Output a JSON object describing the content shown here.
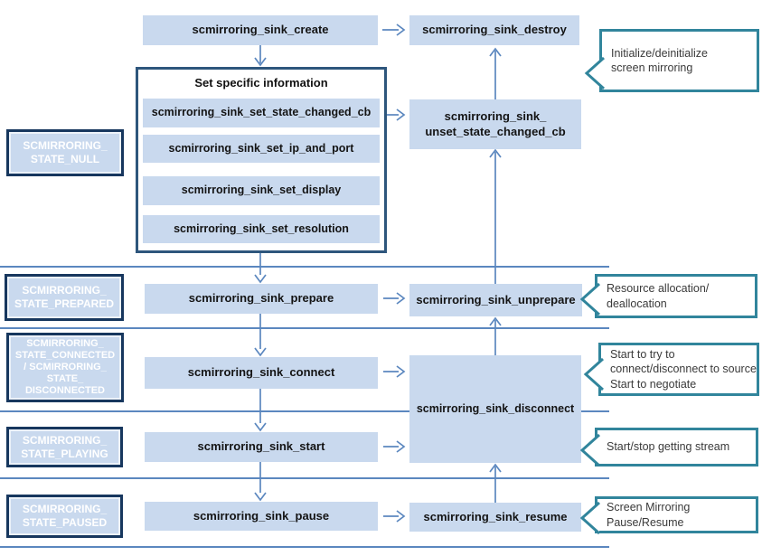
{
  "colors": {
    "box_fill": "#c9d9ee",
    "arrow_line": "#5b87bf",
    "state_border": "#17375e",
    "group_border": "#2e567c",
    "callout_border": "#31859c",
    "state_text": "#ffffff",
    "box_text": "#141414",
    "callout_text": "#3a3a3a"
  },
  "states": [
    {
      "lines": [
        "SCMIRRORING_",
        "STATE_NULL"
      ]
    },
    {
      "lines": [
        "SCMIRRORING_",
        "STATE_PREPARED"
      ]
    },
    {
      "lines": [
        "SCMIRRORING_",
        "STATE_CONNECTED",
        "/ SCMIRRORING_",
        "STATE_",
        "DISCONNECTED"
      ]
    },
    {
      "lines": [
        "SCMIRRORING_",
        "STATE_PLAYING"
      ]
    },
    {
      "lines": [
        "SCMIRRORING_",
        "STATE_PAUSED"
      ]
    }
  ],
  "flow": {
    "create": "scmirroring_sink_create",
    "destroy": "scmirroring_sink_destroy",
    "set_group_title": "Set specific information",
    "set_state_changed_cb": "scmirroring_sink_set_state_changed_cb",
    "set_ip_and_port": "scmirroring_sink_set_ip_and_port",
    "set_display": "scmirroring_sink_set_display",
    "set_resolution": "scmirroring_sink_set_resolution",
    "unset_line1": "scmirroring_sink_",
    "unset_line2": "unset_state_changed_cb",
    "prepare": "scmirroring_sink_prepare",
    "unprepare": "scmirroring_sink_unprepare",
    "connect": "scmirroring_sink_connect",
    "disconnect": "scmirroring_sink_disconnect",
    "start": "scmirroring_sink_start",
    "pause": "scmirroring_sink_pause",
    "resume": "scmirroring_sink_resume"
  },
  "callouts": [
    {
      "lines": [
        "Initialize/deinitialize",
        "screen mirroring"
      ]
    },
    {
      "lines": [
        "Resource allocation/",
        "deallocation"
      ]
    },
    {
      "lines": [
        "Start to try to",
        "connect/disconnect to source",
        "Start to negotiate"
      ]
    },
    {
      "lines": [
        "Start/stop getting stream"
      ]
    },
    {
      "lines": [
        "Screen Mirroring",
        "Pause/Resume"
      ]
    }
  ]
}
